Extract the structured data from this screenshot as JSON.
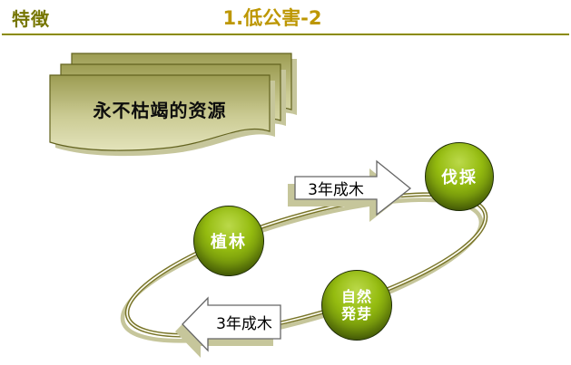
{
  "slide": {
    "header": {
      "section_label": "特徴",
      "title": "1.低公害-2"
    },
    "document_stack": {
      "text": "永不枯竭的资源"
    },
    "cycle": {
      "nodes": [
        {
          "label": "伐採"
        },
        {
          "label": "植林"
        },
        {
          "lines": [
            "自然",
            "発芽"
          ]
        }
      ],
      "arrow_top": {
        "label": "3年成木",
        "direction": "right"
      },
      "arrow_bottom": {
        "label": "3年成木",
        "direction": "left"
      }
    },
    "colors": {
      "header_label": "#767600",
      "title": "#bd9702",
      "rule": "#8b8b00",
      "ring": "#787428",
      "ring_gap": "#fbfbef",
      "sheet_border": "#63631f",
      "shadow": "#c6c69b",
      "arrow_border": "#666666"
    }
  }
}
